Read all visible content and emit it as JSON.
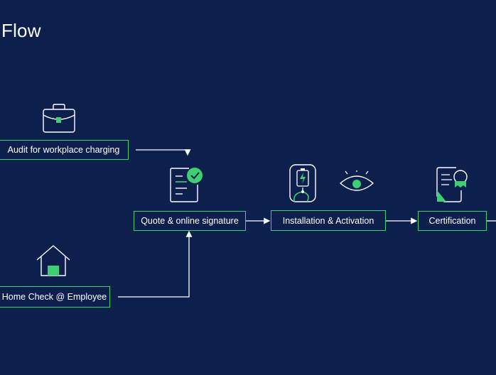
{
  "title": "Flow",
  "nodes": {
    "audit": "Audit for workplace charging",
    "home_check": "Home Check @ Employee",
    "quote": "Quote & online signature",
    "installation": "Installation & Activation",
    "certification": "Certification"
  },
  "icons": {
    "audit": "briefcase-icon",
    "home_check": "house-icon",
    "quote": "document-check-icon",
    "installation": "charger-icon",
    "monitoring": "eye-icon",
    "certification": "certificate-icon"
  },
  "colors": {
    "background": "#0c1f4d",
    "accent": "#3fcf73",
    "line": "#ffffff"
  }
}
